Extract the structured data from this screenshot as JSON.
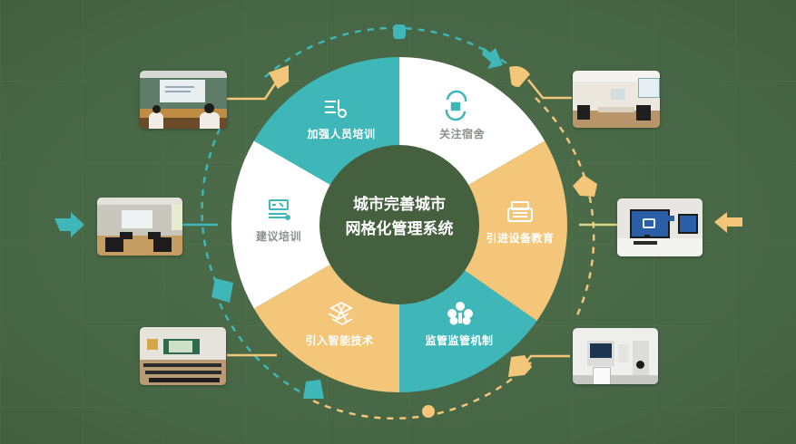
{
  "diagram": {
    "center": {
      "line1": "城市完善城市",
      "line2": "网格化管理系统",
      "color": "#44603f"
    },
    "segments": [
      {
        "id": "top-left",
        "label": "加强人员培训",
        "icon": "training-icon",
        "fill": "#3fb6b8",
        "text_color": "#ffffff"
      },
      {
        "id": "top-right",
        "label": "关注宿舍",
        "icon": "refresh-doc-icon",
        "fill": "#ffffff",
        "text_color": "#8a8f8c"
      },
      {
        "id": "right",
        "label": "引进设备教育",
        "icon": "printer-icon",
        "fill": "#f3c67a",
        "text_color": "#ffffff"
      },
      {
        "id": "bottom-right",
        "label": "监管监管机制",
        "icon": "cluster-icon",
        "fill": "#3fb6b8",
        "text_color": "#ffffff"
      },
      {
        "id": "bottom-left",
        "label": "引入智能技术",
        "icon": "grid-cubes-icon",
        "fill": "#f3c67a",
        "text_color": "#ffffff"
      },
      {
        "id": "left",
        "label": "建议培训",
        "icon": "computer-icon",
        "fill": "#ffffff",
        "text_color": "#8a8f8c"
      }
    ],
    "photos": [
      {
        "id": "training-room",
        "position": "top-left"
      },
      {
        "id": "office",
        "position": "top-right"
      },
      {
        "id": "meeting-room",
        "position": "middle-left"
      },
      {
        "id": "computer-lab",
        "position": "middle-right"
      },
      {
        "id": "classroom",
        "position": "bottom-left"
      },
      {
        "id": "kiosk-device",
        "position": "bottom-right"
      }
    ],
    "colors": {
      "background": "#4a6a48",
      "teal": "#3fb6b8",
      "yellow": "#f3c67a",
      "white": "#ffffff",
      "center": "#44603f"
    }
  }
}
